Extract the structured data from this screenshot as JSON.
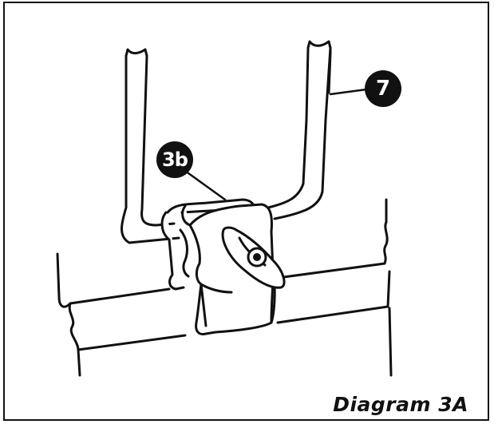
{
  "callouts": {
    "part_3b": "3b",
    "part_7": "7"
  },
  "caption": "Diagram 3A",
  "colors": {
    "ink": "#111111",
    "paper": "#ffffff"
  }
}
